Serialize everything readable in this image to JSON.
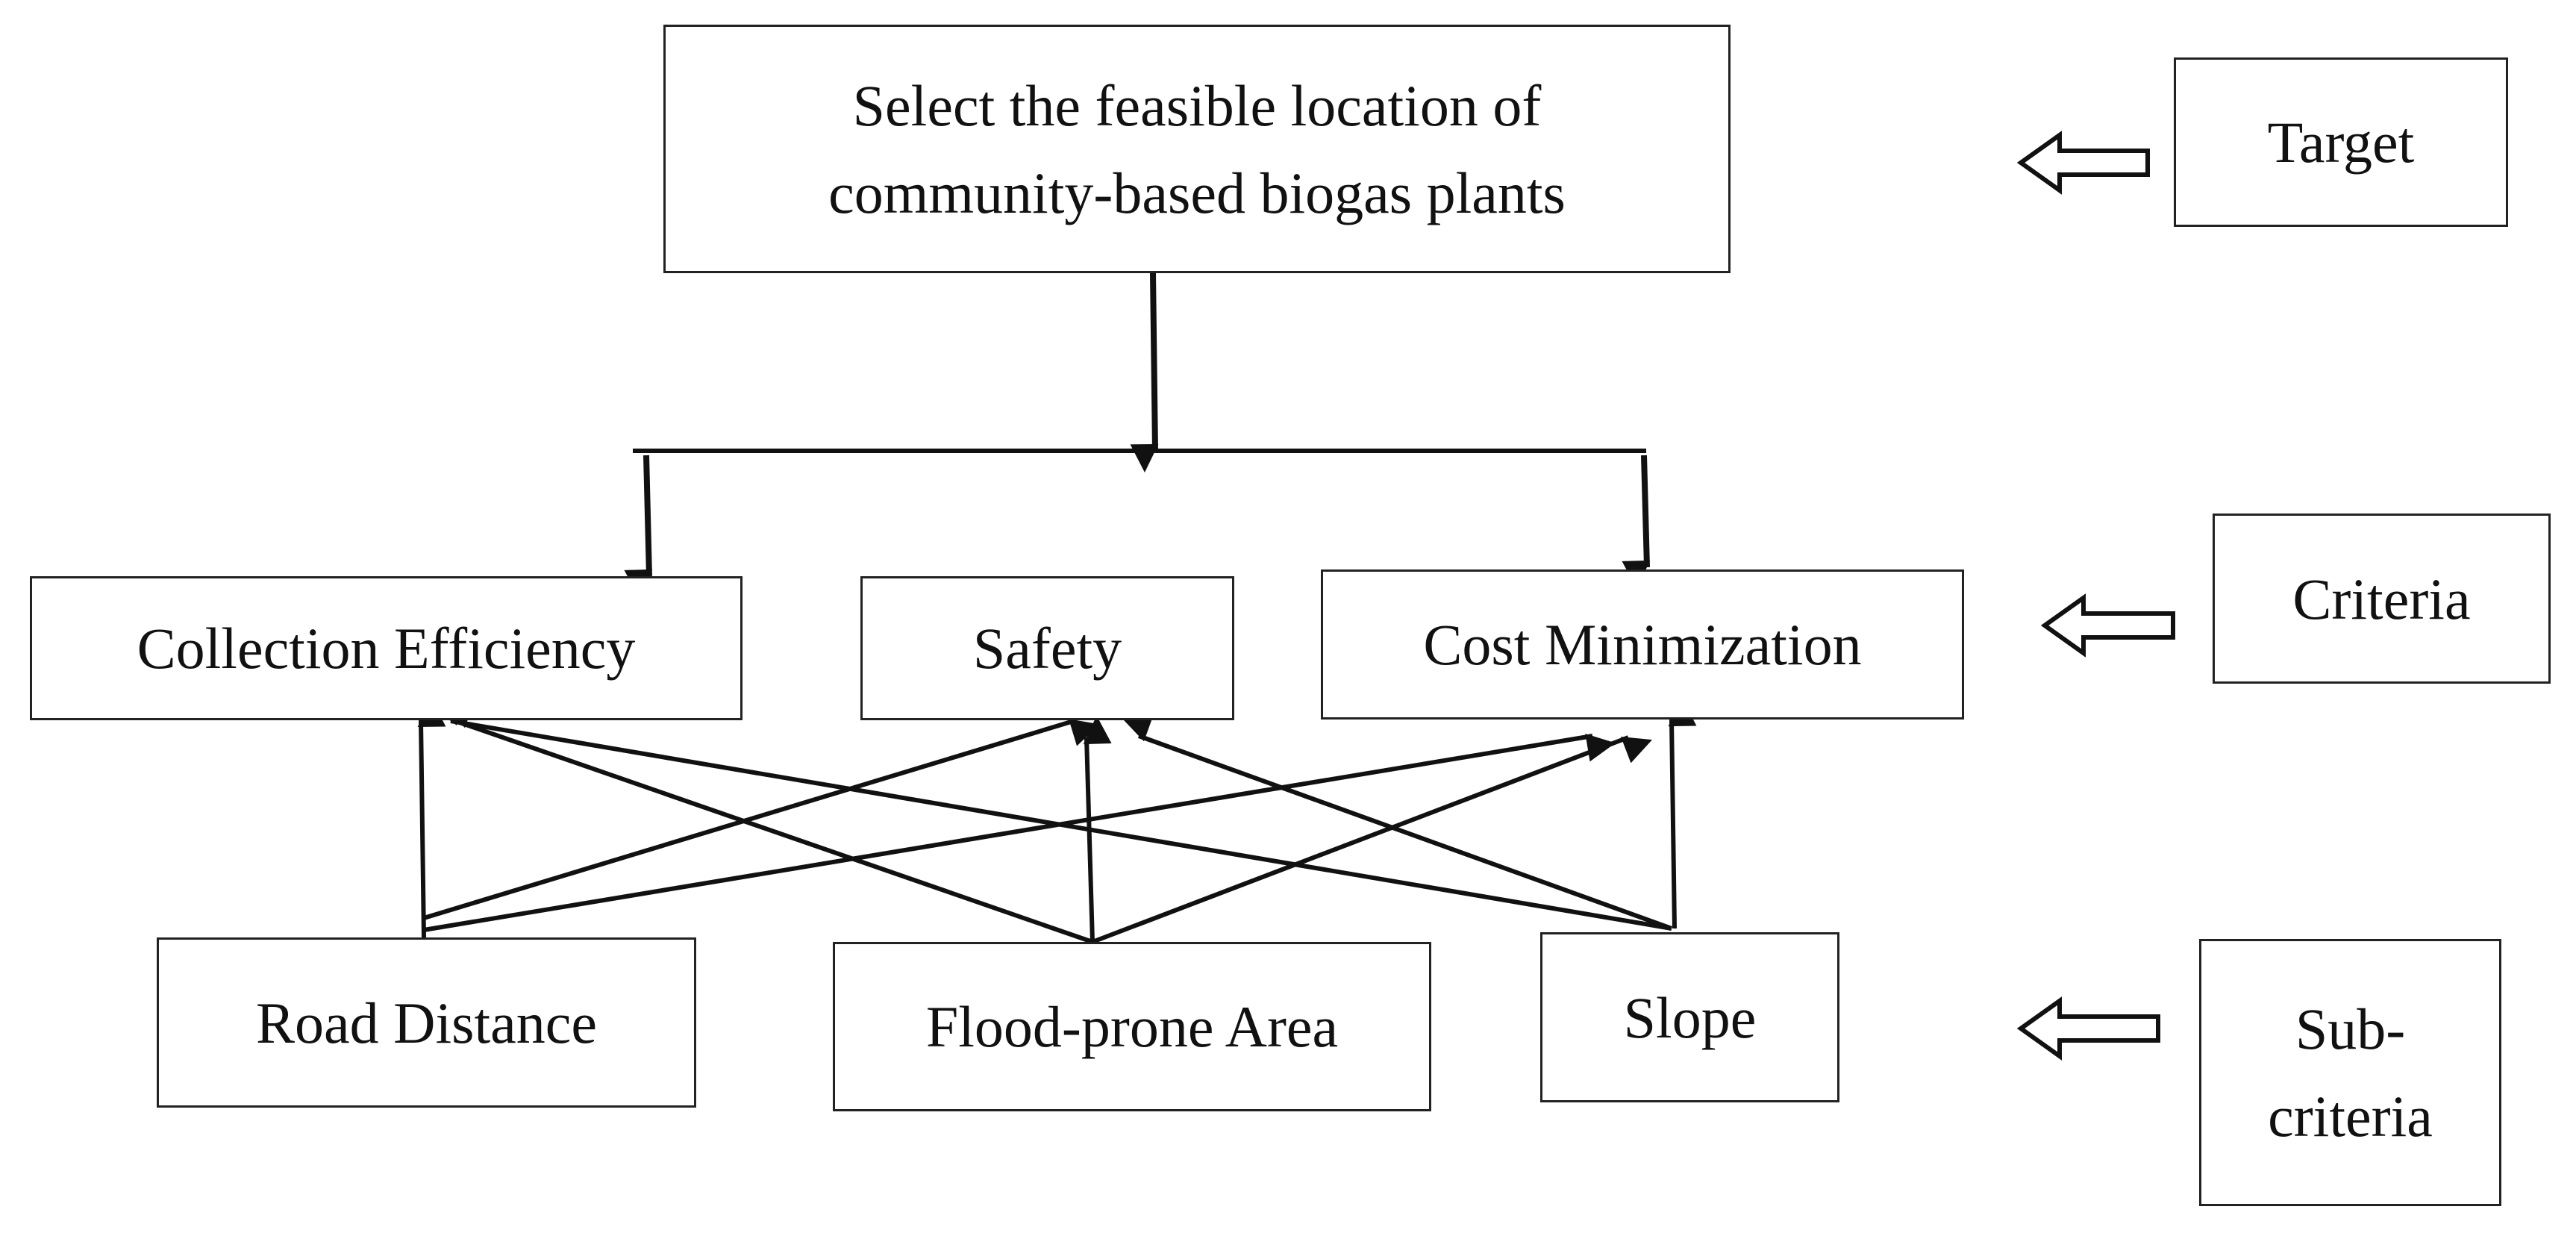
{
  "goal": {
    "line1": "Select the feasible location of",
    "line2": "community-based biogas plants"
  },
  "criteria": [
    {
      "label": "Collection Efficiency"
    },
    {
      "label": "Safety"
    },
    {
      "label": "Cost Minimization"
    }
  ],
  "subcriteria": [
    {
      "label": "Road Distance"
    },
    {
      "label": "Flood-prone Area"
    },
    {
      "label": "Slope"
    }
  ],
  "levels": {
    "target": "Target",
    "criteria": "Criteria",
    "subcriteria_line1": "Sub-",
    "subcriteria_line2": "criteria"
  },
  "links": [
    {
      "from": "Road Distance",
      "to": "Collection Efficiency"
    },
    {
      "from": "Road Distance",
      "to": "Safety"
    },
    {
      "from": "Road Distance",
      "to": "Cost Minimization"
    },
    {
      "from": "Flood-prone Area",
      "to": "Collection Efficiency"
    },
    {
      "from": "Flood-prone Area",
      "to": "Safety"
    },
    {
      "from": "Flood-prone Area",
      "to": "Cost Minimization"
    },
    {
      "from": "Slope",
      "to": "Collection Efficiency"
    },
    {
      "from": "Slope",
      "to": "Safety"
    },
    {
      "from": "Slope",
      "to": "Cost Minimization"
    }
  ]
}
